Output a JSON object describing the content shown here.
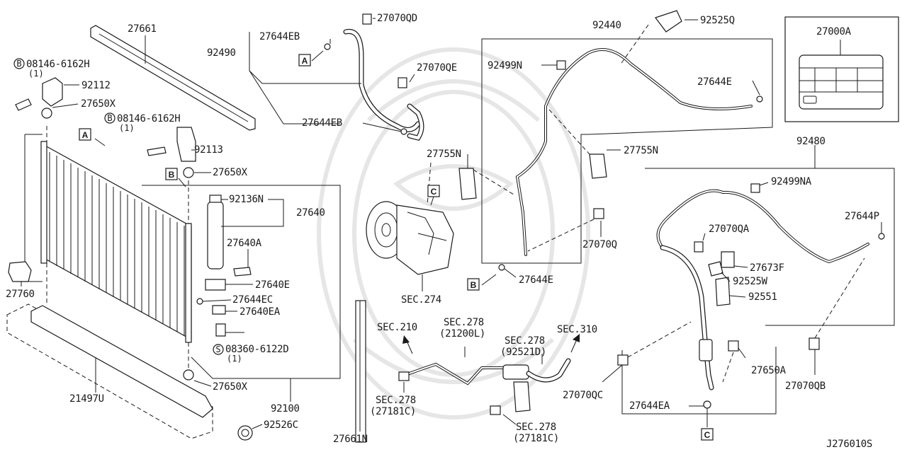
{
  "diagram_code": "J276010S",
  "labels": {
    "p27661": "27661",
    "p08146a": "08146-6162H",
    "p08146a_qty": "(1)",
    "p92112": "92112",
    "p27650x_a": "27650X",
    "p08146b": "08146-6162H",
    "p08146b_qty": "(1)",
    "p92113": "92113",
    "p27650x_b": "27650X",
    "p92136n": "92136N",
    "p27640": "27640",
    "p27640a": "27640A",
    "p27640e": "27640E",
    "p27644ec": "27644EC",
    "p27640ea": "27640EA",
    "p08360": "08360-6122D",
    "p08360_qty": "(1)",
    "p27650x_c": "27650X",
    "p92100": "92100",
    "p92526c": "92526C",
    "p21497u": "21497U",
    "p27760": "27760",
    "p27070qd": "27070QD",
    "p27644eb_a": "27644EB",
    "p92490": "92490",
    "p27070qe": "27070QE",
    "p27644eb_b": "27644EB",
    "sec274": "SEC.274",
    "p27661n": "27661N",
    "sec210": "SEC.210",
    "sec278_a": "SEC.278",
    "sec278_a_sub": "(21200L)",
    "sec278_b": "SEC.278",
    "sec278_b_sub": "(92521D)",
    "sec310": "SEC.310",
    "sec278_c": "SEC.278",
    "sec278_c_sub": "(27181C)",
    "sec278_d": "SEC.278",
    "sec278_d_sub": "(27181C)",
    "p92440": "92440",
    "p92525q": "92525Q",
    "p92499n": "92499N",
    "p27644e_a": "27644E",
    "p27755n_a": "27755N",
    "p27755n_b": "27755N",
    "p27070q": "27070Q",
    "p27644e_b": "27644E",
    "p27000a": "27000A",
    "p92480": "92480",
    "p92499na": "92499NA",
    "p27644p": "27644P",
    "p27070qa": "27070QA",
    "p27673f": "27673F",
    "p92525w": "92525W",
    "p92551": "92551",
    "p27650a": "27650A",
    "p27070qb": "27070QB",
    "p27070qc": "27070QC",
    "p27644ea": "27644EA"
  },
  "tags": {
    "A": "A",
    "B": "B",
    "C": "C",
    "S": "S"
  }
}
